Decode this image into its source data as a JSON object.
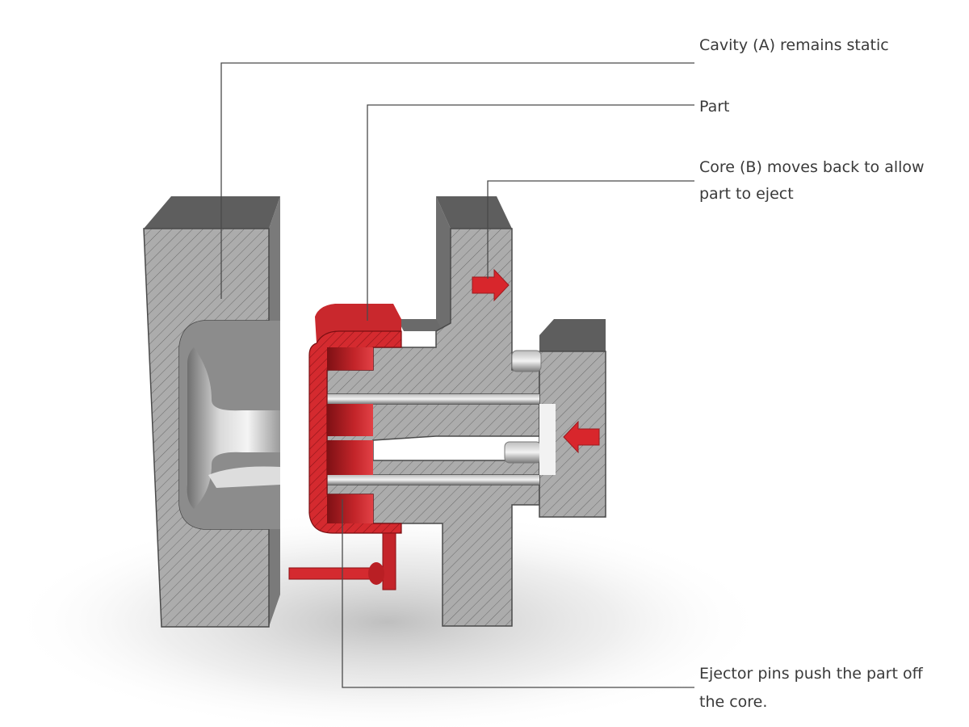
{
  "callouts": {
    "cavity": "Cavity (A) remains static",
    "part": "Part",
    "core_line1": "Core (B) moves back to allow",
    "core_line2": "part to eject",
    "ejector_line1": "Ejector pins push the part off",
    "ejector_line2": "the core."
  },
  "colors": {
    "steel": "#a8a8a8",
    "steel_top": "#5e5e5e",
    "part_red": "#d42a2f",
    "arrow_red": "#d8262c",
    "label_text": "#3a3a3a",
    "leader_line": "#4a4a4a"
  },
  "icons": {
    "core_motion": "arrow-right-icon",
    "ejector_motion": "arrow-left-icon"
  }
}
